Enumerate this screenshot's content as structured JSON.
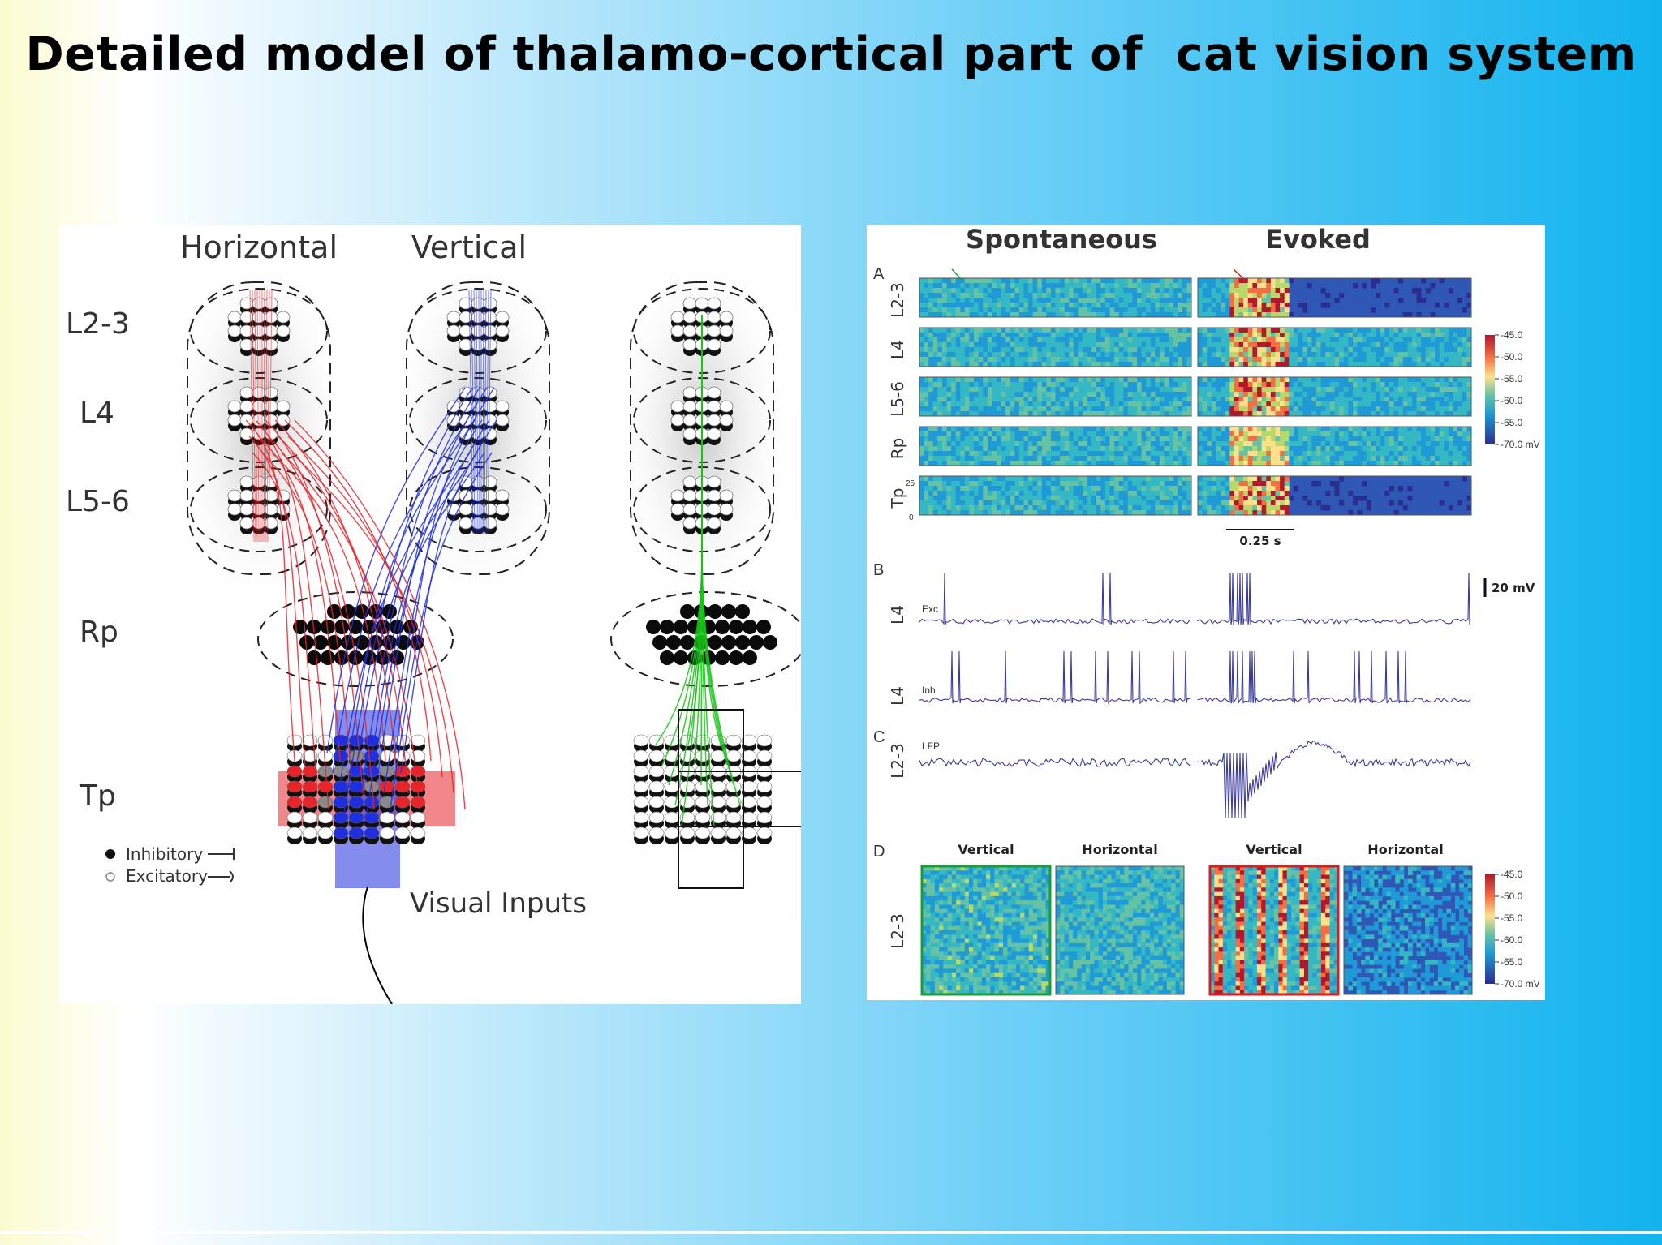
{
  "slide": {
    "title": "Detailed model of thalamo-cortical part of  cat vision system"
  },
  "left_figure": {
    "column_headers": [
      "Horizontal",
      "Vertical"
    ],
    "layer_labels": [
      "L2-3",
      "L4",
      "L5-6",
      "Rp",
      "Tp"
    ],
    "legend": {
      "inhibitory": "Inhibitory",
      "excitatory": "Excitatory"
    },
    "visual_inputs": "Visual Inputs",
    "colors": {
      "horizontal": "#e8242a",
      "vertical": "#1f2fe0",
      "single": "#18c418"
    }
  },
  "right_figure": {
    "headers": [
      "Spontaneous",
      "Evoked"
    ],
    "panel_a": {
      "letter": "A",
      "rows": [
        "L2-3",
        "L4",
        "L5-6",
        "Rp",
        "Tp"
      ],
      "tp_axis_ticks": [
        "25",
        "0"
      ],
      "scale_bar": "0.25 s",
      "colorbar_ticks": [
        "-45.0",
        "-50.0",
        "-55.0",
        "-60.0",
        "-65.0",
        "-70.0 mV"
      ]
    },
    "panel_b": {
      "letter": "B",
      "scale": "20 mV",
      "traces": [
        {
          "layer": "L4",
          "label": "Exc"
        },
        {
          "layer": "L4",
          "label": "Inh"
        }
      ]
    },
    "panel_c": {
      "letter": "C",
      "layer": "L2-3",
      "label": "LFP"
    },
    "panel_d": {
      "letter": "D",
      "layer": "L2-3",
      "headers": [
        "Vertical",
        "Horizontal",
        "Vertical",
        "Horizontal"
      ],
      "colorbar_ticks": [
        "-45.0",
        "-50.0",
        "-55.0",
        "-60.0",
        "-65.0",
        "-70.0 mV"
      ]
    }
  }
}
